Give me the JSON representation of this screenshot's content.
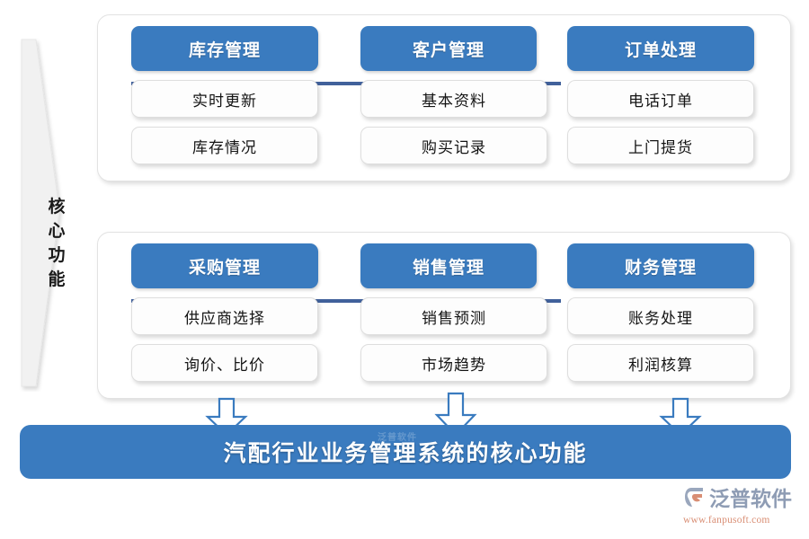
{
  "left_banner": {
    "label_chars": [
      "核",
      "心",
      "功",
      "能"
    ],
    "label_text": "核心功能"
  },
  "groups": [
    {
      "id": "top",
      "columns": [
        {
          "header": "库存管理",
          "items": [
            "实时更新",
            "库存情况"
          ]
        },
        {
          "header": "客户管理",
          "items": [
            "基本资料",
            "购买记录"
          ]
        },
        {
          "header": "订单处理",
          "items": [
            "电话订单",
            "上门提货"
          ]
        }
      ]
    },
    {
      "id": "bottom",
      "columns": [
        {
          "header": "采购管理",
          "items": [
            "供应商选择",
            "询价、比价"
          ]
        },
        {
          "header": "销售管理",
          "items": [
            "销售预测",
            "市场趋势"
          ]
        },
        {
          "header": "财务管理",
          "items": [
            "账务处理",
            "利润核算"
          ]
        }
      ]
    }
  ],
  "arrows": [
    {
      "name": "down-arrow-left"
    },
    {
      "name": "down-arrow-center"
    },
    {
      "name": "down-arrow-right"
    }
  ],
  "banner": {
    "title": "汽配行业业务管理系统的核心功能",
    "watermark": "泛普软件"
  },
  "logo": {
    "name": "泛普软件",
    "url": "www.fanpusoft.com"
  },
  "colors": {
    "accent_blue": "#3a7bbf",
    "divider_navy": "#41619b",
    "panel_border": "#e2e2e2",
    "chevron_fill": "#f0f0f0",
    "logo_text": "#8e9cb4",
    "logo_url": "#d98e74"
  }
}
